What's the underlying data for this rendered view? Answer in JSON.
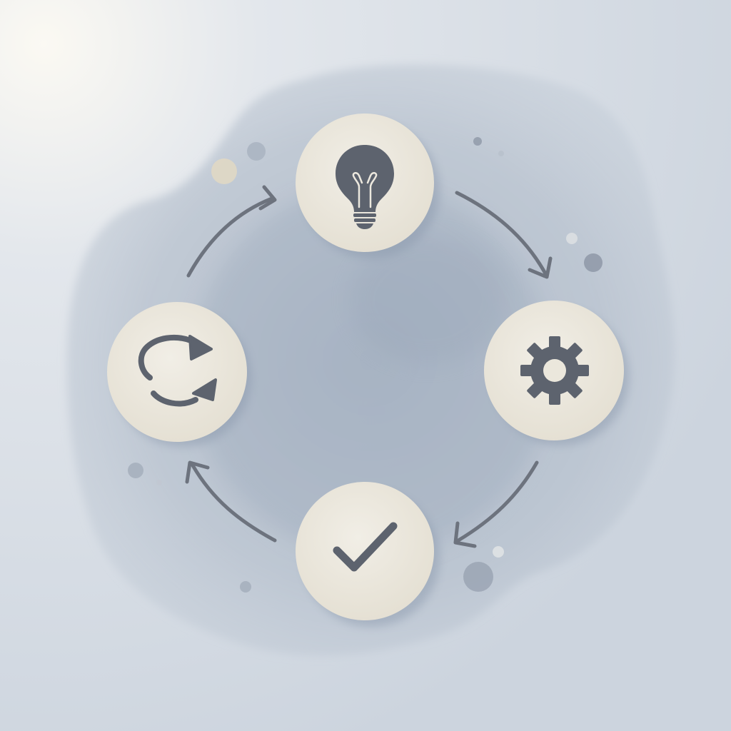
{
  "diagram": {
    "type": "cycle",
    "direction": "clockwise",
    "nodes": [
      {
        "id": "idea",
        "icon": "lightbulb-icon"
      },
      {
        "id": "process",
        "icon": "gear-icon"
      },
      {
        "id": "complete",
        "icon": "checkmark-icon"
      },
      {
        "id": "repeat",
        "icon": "refresh-icon"
      }
    ],
    "edges": [
      {
        "from": "idea",
        "to": "process"
      },
      {
        "from": "process",
        "to": "complete"
      },
      {
        "from": "complete",
        "to": "repeat"
      },
      {
        "from": "repeat",
        "to": "idea"
      }
    ]
  },
  "colors": {
    "background": "#d7dde5",
    "background_light": "#f4f2ec",
    "watercolor": "#aab6c6",
    "node_fill": "#ebe7dc",
    "node_shadow": "#8e9aab",
    "icon": "#5d636e",
    "arrow": "#6d737e"
  }
}
